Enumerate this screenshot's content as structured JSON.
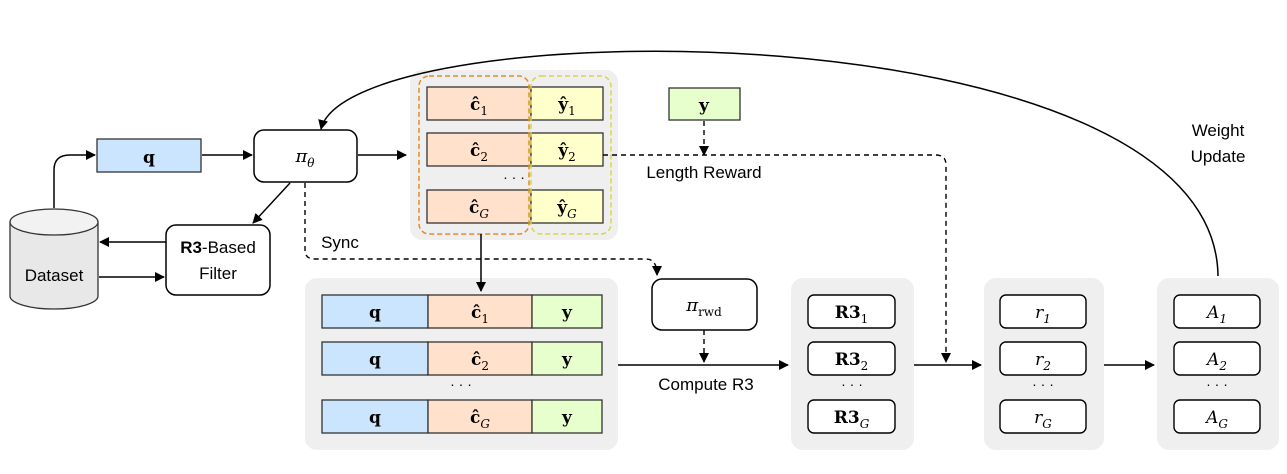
{
  "dataset": {
    "label": "Dataset"
  },
  "query": {
    "label": "q"
  },
  "policy": {
    "main": "π",
    "sub": "θ"
  },
  "filter": {
    "bold": "R3",
    "line1_rest": "-Based",
    "line2": "Filter"
  },
  "sync_label": "Sync",
  "rollouts": [
    {
      "c_main": "ĉ",
      "c_sub": "1",
      "y_main": "ŷ",
      "y_sub": "1"
    },
    {
      "c_main": "ĉ",
      "c_sub": "2",
      "y_main": "ŷ",
      "y_sub": "2"
    },
    {
      "c_main": "ĉ",
      "c_sub": "G",
      "y_main": "ŷ",
      "y_sub": "G"
    }
  ],
  "ellipsis": "· · ·",
  "target": {
    "label": "y"
  },
  "length_reward": "Length Reward",
  "reward_model": {
    "main": "π",
    "sub": "rwd"
  },
  "compute_label": "Compute R3",
  "triples": [
    {
      "q": "q",
      "c_main": "ĉ",
      "c_sub": "1",
      "y": "y"
    },
    {
      "q": "q",
      "c_main": "ĉ",
      "c_sub": "2",
      "y": "y"
    },
    {
      "q": "q",
      "c_main": "ĉ",
      "c_sub": "G",
      "y": "y"
    }
  ],
  "r3_scores": [
    {
      "main": "R3",
      "sub": "1"
    },
    {
      "main": "R3",
      "sub": "2"
    },
    {
      "main": "R3",
      "sub": "G"
    }
  ],
  "rewards": [
    {
      "main": "r",
      "sub": "1"
    },
    {
      "main": "r",
      "sub": "2"
    },
    {
      "main": "r",
      "sub": "G"
    }
  ],
  "advantages": [
    {
      "main": "A",
      "sub": "1"
    },
    {
      "main": "A",
      "sub": "2"
    },
    {
      "main": "A",
      "sub": "G"
    }
  ],
  "weight_update": {
    "line1": "Weight",
    "line2": "Update"
  },
  "colors": {
    "query_fill": "#cce5ff",
    "cot_fill": "#ffe1cc",
    "answer_fill": "#ffffcc",
    "target_fill": "#e6ffcc",
    "panel_fill": "#efefef",
    "cot_dash": "#e58a2a",
    "answer_dash": "#d6d64a"
  }
}
